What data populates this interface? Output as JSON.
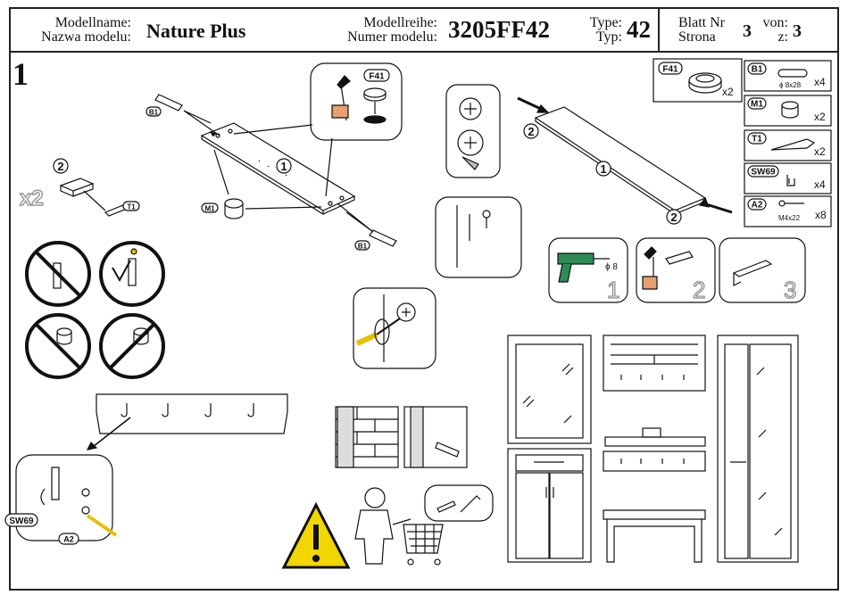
{
  "header": {
    "model_name_label_de": "Modellname:",
    "model_name_label_pl": "Nazwa modelu:",
    "model_name": "Nature Plus",
    "series_label_de": "Modellreihe:",
    "series_label_pl": "Numer modelu:",
    "series_value": "3205FF42",
    "type_label_de": "Type:",
    "type_label_pl": "Typ:",
    "type_value": "42",
    "sheet_label_de": "Blatt Nr",
    "sheet_label_pl": "Strona",
    "sheet_value": "3",
    "of_label_de": "von:",
    "of_label_pl": "z:",
    "of_value": "3"
  },
  "step_number": "1",
  "parts": [
    {
      "code": "F41",
      "count": "x2"
    },
    {
      "code": "B1",
      "spec": "ϕ 8x28",
      "count": "x4"
    },
    {
      "code": "M1",
      "count": "x2"
    },
    {
      "code": "T1",
      "count": "x2"
    },
    {
      "code": "SW69",
      "count": "x4"
    },
    {
      "code": "A2",
      "spec": "M4x22",
      "count": "x8"
    }
  ],
  "callouts": {
    "b1": "B1",
    "m1": "M1",
    "t1": "T1",
    "f41": "F41",
    "sw69": "SW69",
    "a2": "A2",
    "num1": "1",
    "num2": "2",
    "x2": "x2",
    "drill_size": "ϕ 8",
    "tool_steps": [
      "1",
      "2",
      "3"
    ]
  }
}
